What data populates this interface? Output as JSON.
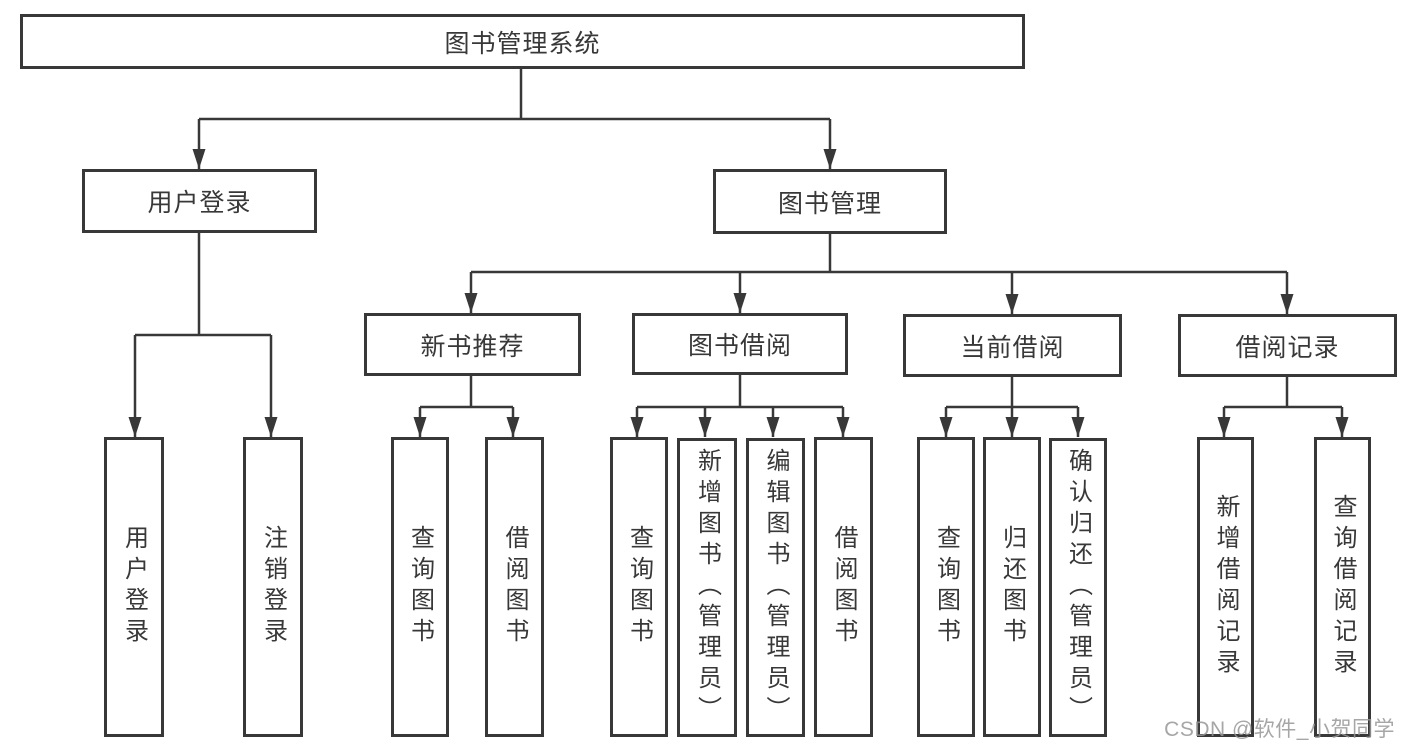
{
  "diagram_title": "图书管理系统",
  "nodes": {
    "root": {
      "label": "图书管理系统"
    },
    "user_login": {
      "label": "用户登录"
    },
    "book_mgmt": {
      "label": "图书管理"
    },
    "new_book_rec": {
      "label": "新书推荐"
    },
    "book_borrow": {
      "label": "图书借阅"
    },
    "current_borrow": {
      "label": "当前借阅"
    },
    "borrow_records": {
      "label": "借阅记录"
    },
    "leaf_user_login": {
      "label": "用户登录"
    },
    "leaf_logout": {
      "label": "注销登录"
    },
    "leaf_query_book_1": {
      "label": "查询图书"
    },
    "leaf_borrow_book_1": {
      "label": "借阅图书"
    },
    "leaf_query_book_2": {
      "label": "查询图书"
    },
    "leaf_add_book": {
      "label": "新增图书（管理员）"
    },
    "leaf_edit_book": {
      "label": "编辑图书（管理员）"
    },
    "leaf_borrow_book_2": {
      "label": "借阅图书"
    },
    "leaf_query_book_3": {
      "label": "查询图书"
    },
    "leaf_return_book": {
      "label": "归还图书"
    },
    "leaf_confirm_return": {
      "label": "确认归还（管理员）"
    },
    "leaf_add_record": {
      "label": "新增借阅记录"
    },
    "leaf_query_record": {
      "label": "查询借阅记录"
    }
  },
  "hierarchy": {
    "图书管理系统": {
      "用户登录": [
        "用户登录",
        "注销登录"
      ],
      "图书管理": {
        "新书推荐": [
          "查询图书",
          "借阅图书"
        ],
        "图书借阅": [
          "查询图书",
          "新增图书（管理员）",
          "编辑图书（管理员）",
          "借阅图书"
        ],
        "当前借阅": [
          "查询图书",
          "归还图书",
          "确认归还（管理员）"
        ],
        "借阅记录": [
          "新增借阅记录",
          "查询借阅记录"
        ]
      }
    }
  },
  "watermark": {
    "text": "CSDN @软件_小贺同学"
  },
  "colors": {
    "line": "#383838",
    "text": "#383838",
    "box_fill": "#ffffff",
    "background": "#ffffff",
    "watermark": "#969696"
  }
}
